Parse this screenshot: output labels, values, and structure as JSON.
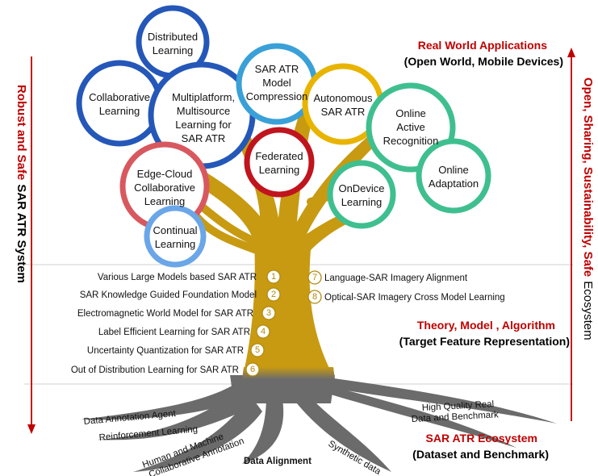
{
  "circles": [
    {
      "lines": [
        "Distributed",
        "Learning"
      ],
      "color": "#2457b8"
    },
    {
      "lines": [
        "Collaborative",
        "Learning"
      ],
      "color": "#2457b8"
    },
    {
      "lines": [
        "Multiplatform,",
        "Multisource",
        "Learning for",
        "SAR ATR"
      ],
      "color": "#2457b8"
    },
    {
      "lines": [
        "SAR ATR",
        "Model",
        "Compression"
      ],
      "color": "#3aa0d8"
    },
    {
      "lines": [
        "Autonomous",
        "SAR ATR"
      ],
      "color": "#e8b400"
    },
    {
      "lines": [
        "Online",
        "Active",
        "Recognition"
      ],
      "color": "#3fbf8f"
    },
    {
      "lines": [
        "Online",
        "Adaptation"
      ],
      "color": "#3fbf8f"
    },
    {
      "lines": [
        "OnDevice",
        "Learning"
      ],
      "color": "#3fbf8f"
    },
    {
      "lines": [
        "Federated",
        "Learning"
      ],
      "color": "#c0141e"
    },
    {
      "lines": [
        "Edge-Cloud",
        "Collaborative",
        "Learning"
      ],
      "color": "#d8585f"
    },
    {
      "lines": [
        "Continual",
        "Learning"
      ],
      "color": "#6aa6e8"
    }
  ],
  "left_items": [
    {
      "label": "Various Large Models based SAR ATR",
      "num": "1"
    },
    {
      "label": "SAR Knowledge Guided Foundation Model",
      "num": "2"
    },
    {
      "label": "Electromagnetic World Model for SAR ATR",
      "num": "3"
    },
    {
      "label": "Label Efficient Learning for SAR ATR",
      "num": "4"
    },
    {
      "label": "Uncertainty Quantization for SAR ATR",
      "num": "5"
    },
    {
      "label": "Out of Distribution Learning for SAR ATR",
      "num": "6"
    }
  ],
  "right_items": [
    {
      "label": "Language-SAR Imagery Alignment",
      "num": "7"
    },
    {
      "label": "Optical-SAR Imagery Cross Model Learning",
      "num": "8"
    }
  ],
  "headings": {
    "apps_red": "Real World Applications",
    "apps_black": "(Open World, Mobile Devices)",
    "theory_red": "Theory, Model , Algorithm",
    "theory_black": "(Target Feature Representation)",
    "eco_red": "SAR ATR Ecosystem",
    "eco_black": "(Dataset and Benchmark)"
  },
  "roots": {
    "agent": "Data Annotation Agent",
    "rl": "Reinforcement Learning",
    "hm1": "Human and Machine",
    "hm2": "Collaborative Annotation",
    "align": "Data Alignment",
    "synth": "Synthetic data",
    "hq1": "High Quality Real",
    "hq2": "Data and Benchmark"
  },
  "side_left": {
    "red": "Robust and Safe",
    "black": "SAR ATR  System"
  },
  "side_right": {
    "red": "Open, Sharing, Sustainability, Safe",
    "black": "Ecosystem"
  },
  "colors": {
    "trunk": "#c79a12",
    "root": "#6b6b6b",
    "red": "#c00000",
    "gold": "#b38a10"
  }
}
